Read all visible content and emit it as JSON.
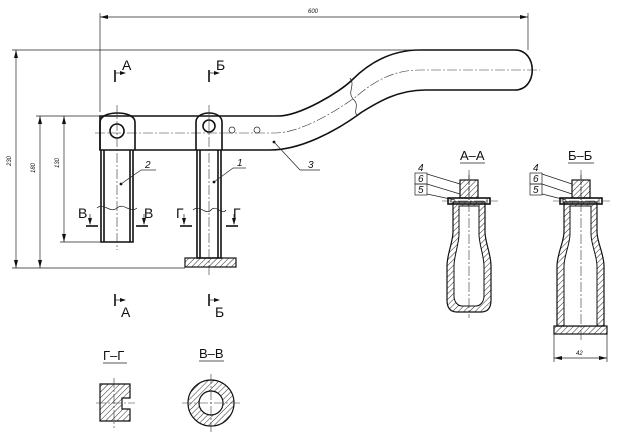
{
  "dimensions": {
    "total_length": "600",
    "total_height": "230",
    "height_2": "180",
    "height_3": "130",
    "clamp_width": "42"
  },
  "positions": {
    "p1": "1",
    "p2": "2",
    "p3": "3",
    "p4": "4",
    "p5": "5",
    "p6": "6"
  },
  "section_marks": {
    "a": "А",
    "b": "Б",
    "v": "В",
    "g": "Г"
  },
  "section_titles": {
    "aa": "А–А",
    "bb": "Б–Б",
    "gg": "Г–Г",
    "vv": "В–В"
  }
}
